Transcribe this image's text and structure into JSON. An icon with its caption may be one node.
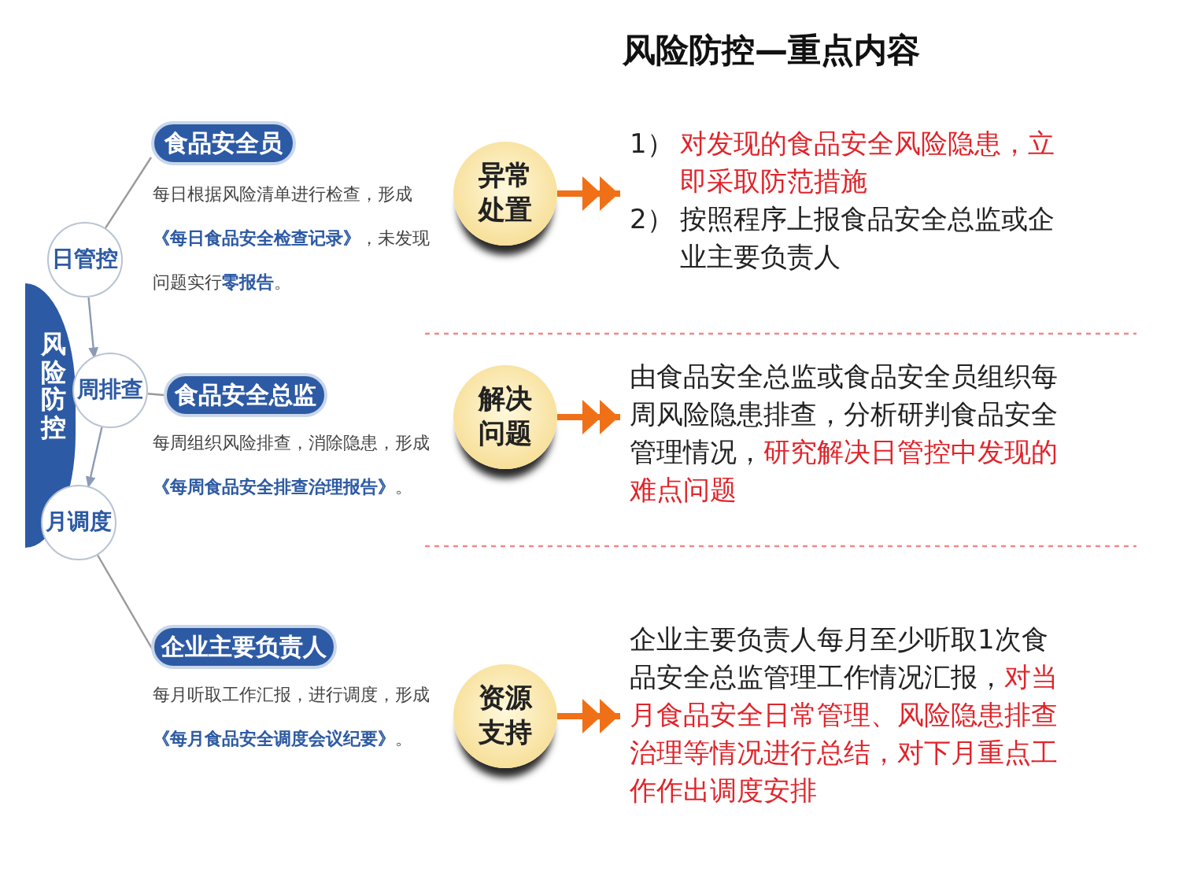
{
  "diagram": {
    "title": "风险防控—重点内容",
    "nodes": [
      {
        "text": [
          "风险防控"
        ]
      },
      {
        "text": [
          "日管控"
        ]
      },
      {
        "text": [
          "周排查"
        ]
      },
      {
        "text": [
          "月调度"
        ]
      },
      {
        "text": [
          "食品安全员"
        ],
        "beside": [
          "每日根据风险清单进行检查，形成**《每日食品安全检查记录》**，未发现问题实行**零报告**。"
        ]
      },
      {
        "text": [
          "食品安全总监"
        ],
        "beside": [
          "每周组织风险排查，消除隐患，形成**《每周食品安全排查治理报告》**。"
        ]
      },
      {
        "text": [
          "企业主要负责人"
        ],
        "beside": [
          "每月听取工作汇报，进行调度，形成**《每月食品安全调度会议纪要》**。"
        ]
      },
      {
        "text": [
          "异常处置"
        ]
      },
      {
        "text": [
          "解决问题"
        ]
      },
      {
        "text": [
          "资源支持"
        ]
      },
      {
        "text": [
          "1）",
          "对发现的食品安全风险隐患，立即采取防范措施",
          "2）",
          "按照程序上报食品安全总监或企业主要负责人"
        ]
      },
      {
        "text": [
          "由食品安全总监或食品安全员组织每周风险隐患排查，分析研判食品安全管理情况，",
          "研究解决日管控中发现的难点问题"
        ]
      },
      {
        "text": [
          "企业主要负责人每月至少听取1次食品安全总监管理工作情况汇报，",
          "对当月食品安全日常管理、风险隐患排查治理等情况进行总结，对下月重点工作作出调度安排"
        ]
      }
    ],
    "edges": [
      {
        "from": 1,
        "to": 2,
        "arrow": "to",
        "color": "#8a9bb5"
      },
      {
        "from": 2,
        "to": 3,
        "arrow": "to",
        "color": "#8a9bb5"
      },
      {
        "from": 1,
        "to": 4,
        "arrow": "none",
        "color": "#9a9a9a"
      },
      {
        "from": 2,
        "to": 5,
        "arrow": "none",
        "color": "#9a9a9a"
      },
      {
        "from": 3,
        "to": 6,
        "arrow": "none",
        "color": "#9a9a9a"
      },
      {
        "from": 7,
        "to": 10,
        "arrow": "to",
        "style": "thick",
        "color": "#f07018"
      },
      {
        "from": 8,
        "to": 11,
        "arrow": "to",
        "style": "thick",
        "color": "#f07018"
      },
      {
        "from": 9,
        "to": 12,
        "arrow": "to",
        "style": "thick",
        "color": "#f07018"
      }
    ]
  }
}
